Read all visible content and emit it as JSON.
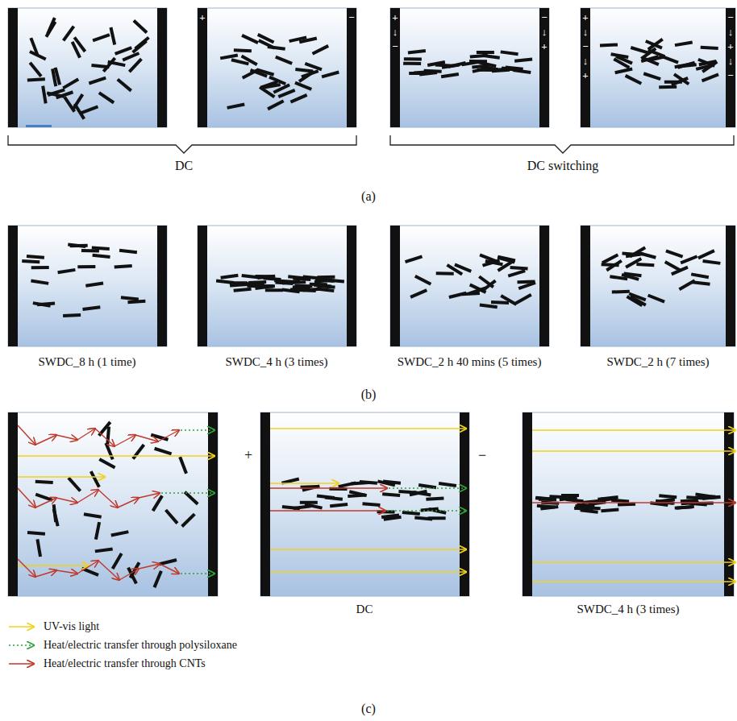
{
  "diagram": {
    "labels": [
      "+",
      "−",
      "+",
      "↓",
      "−",
      "−",
      "↓",
      "+",
      "+",
      "↓",
      "−",
      "↓",
      "+",
      "−",
      "↓",
      "+",
      "↓",
      "−",
      "DC",
      "DC switching",
      "(a)",
      "SWDC_8 h (1 time)",
      "SWDC_4 h (3 times)",
      "SWDC_2 h 40 mins (5 times)",
      "SWDC_2 h (7 times)",
      "(b)",
      "+",
      "−",
      "DC",
      "SWDC_4 h (3 times)",
      "(c)"
    ],
    "legend": [
      {
        "text": "UV-vis light"
      },
      {
        "text": "Heat/electric transfer through polysiloxane"
      },
      {
        "text": "Heat/electric transfer through CNTs"
      }
    ]
  }
}
